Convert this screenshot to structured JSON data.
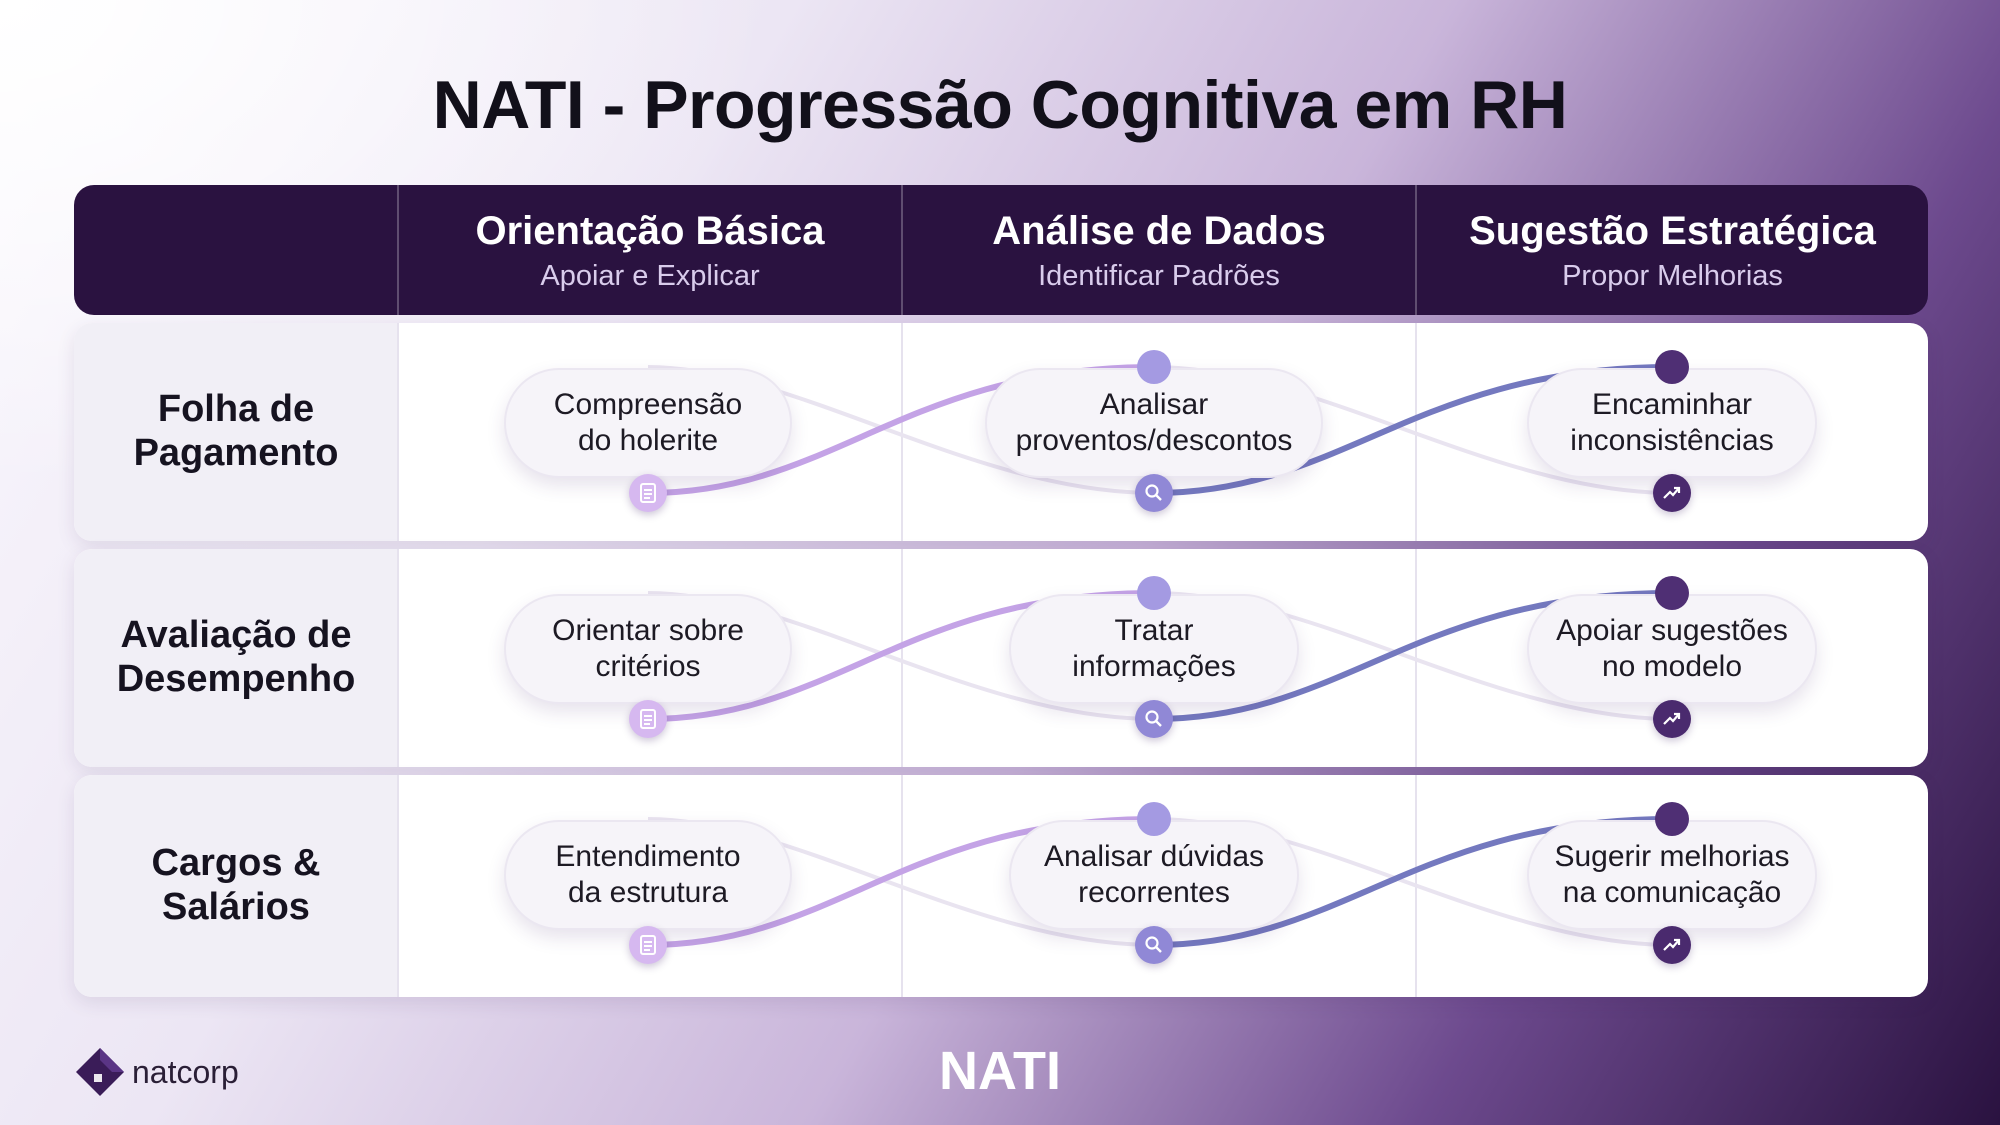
{
  "title": "NATI - Progressão Cognitiva em RH",
  "columns": [
    {
      "title": "Orientação Básica",
      "subtitle": "Apoiar e Explicar"
    },
    {
      "title": "Análise de Dados",
      "subtitle": "Identificar Padrões"
    },
    {
      "title": "Sugestão Estratégica",
      "subtitle": "Propor Melhorias"
    }
  ],
  "rows": [
    {
      "label": "Folha de\nPagamento",
      "cells": [
        "Compreensão\ndo holerite",
        "Analisar\nproventos/descontos",
        "Encaminhar\ninconsistências"
      ]
    },
    {
      "label": "Avaliação de\nDesempenho",
      "cells": [
        "Orientar sobre\ncritérios",
        "Tratar\ninformações",
        "Apoiar sugestões\nno modelo"
      ]
    },
    {
      "label": "Cargos &\nSalários",
      "cells": [
        "Entendimento\nda estrutura",
        "Analisar dúvidas\nrecorrentes",
        "Sugerir melhorias\nna comunicação"
      ]
    }
  ],
  "stage_icons": [
    "document-icon",
    "search-icon",
    "trend-up-icon"
  ],
  "colors": {
    "header_bg": "#2a1240",
    "stage1": "#c9a8e8",
    "stage2": "#8f84d8",
    "stage3": "#4a2a6e"
  },
  "logo": {
    "name": "natcorp"
  },
  "footer_brand": "NATI"
}
